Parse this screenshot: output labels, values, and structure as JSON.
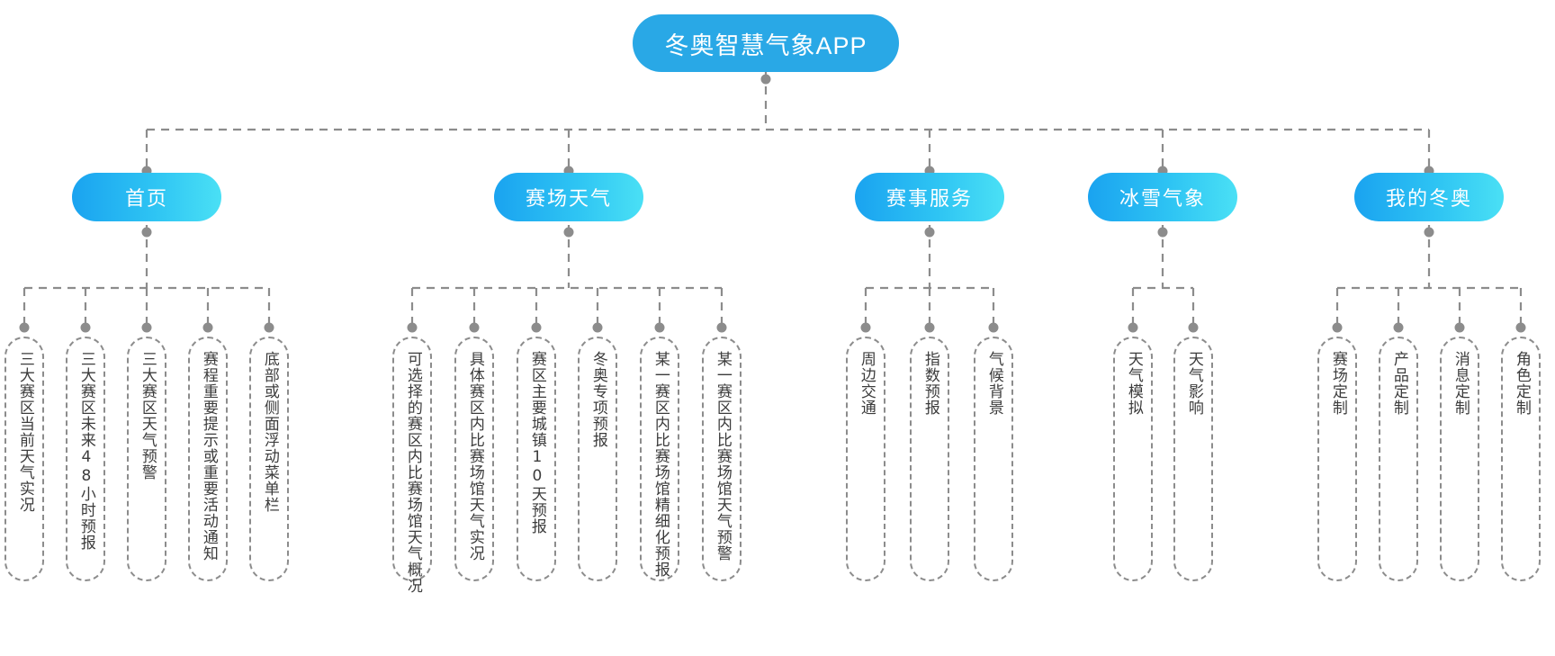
{
  "diagram": {
    "title": "冬奥智慧气象APP",
    "type": "mindmap-tree",
    "colors": {
      "root_fill": "#29a8e6",
      "branch_gradient_start": "#1aa3f0",
      "branch_gradient_end": "#4ae0f5",
      "connector": "#8c8c8c",
      "leaf_border": "#8c8c8c",
      "leaf_text": "#3c3c3c",
      "node_text": "#ffffff"
    },
    "branches": [
      {
        "label": "首页",
        "leaves": [
          "三大赛区当前天气实况",
          "三大赛区未来48小时预报",
          "三大赛区天气预警",
          "赛程重要提示或重要活动通知",
          "底部或侧面浮动菜单栏"
        ]
      },
      {
        "label": "赛场天气",
        "leaves": [
          "可选择的赛区内比赛场馆天气概况",
          "具体赛区内比赛场馆天气实况",
          "赛区主要城镇10天预报",
          "冬奥专项预报",
          "某一赛区内比赛场馆精细化预报",
          "某一赛区内比赛场馆天气预警"
        ]
      },
      {
        "label": "赛事服务",
        "leaves": [
          "周边交通",
          "指数预报",
          "气候背景"
        ]
      },
      {
        "label": "冰雪气象",
        "leaves": [
          "天气模拟",
          "天气影响"
        ]
      },
      {
        "label": "我的冬奥",
        "leaves": [
          "赛场定制",
          "产品定制",
          "消息定制",
          "角色定制"
        ]
      }
    ]
  }
}
